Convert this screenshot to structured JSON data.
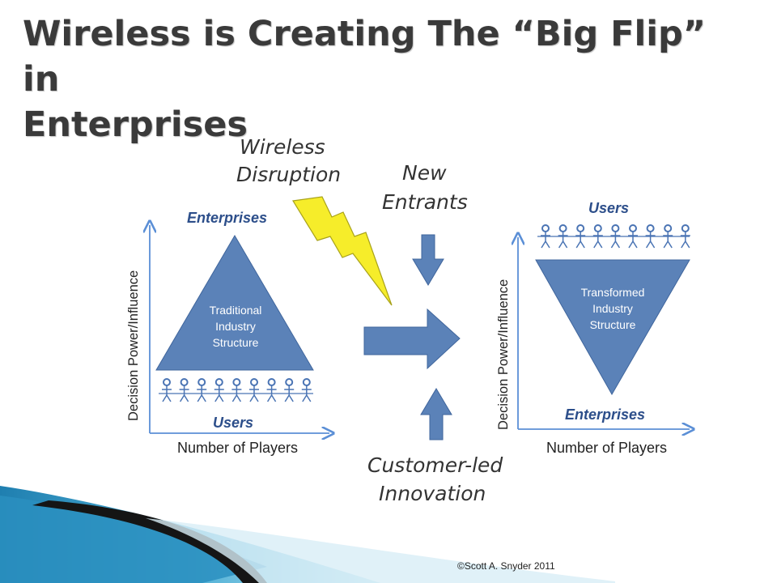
{
  "title": {
    "line1": "Wireless is Creating The “Big Flip” in",
    "line2": "Enterprises"
  },
  "labels": {
    "wireless_line1": "Wireless",
    "wireless_line2": "Disruption",
    "new_line1": "New",
    "new_line2": "Entrants",
    "customer_line1": "Customer-led",
    "customer_line2": "Innovation"
  },
  "left_panel": {
    "top_label": "Enterprises",
    "center_line1": "Traditional",
    "center_line2": "Industry",
    "center_line3": "Structure",
    "bottom_label": "Users",
    "y_axis": "Decision Power/Influence",
    "x_axis": "Number of Players",
    "people_count": 9
  },
  "right_panel": {
    "top_label": "Users",
    "center_line1": "Transformed",
    "center_line2": "Industry",
    "center_line3": "Structure",
    "bottom_label": "Enterprises",
    "y_axis": "Decision Power/Influence",
    "x_axis": "Number of Players",
    "people_count": 9
  },
  "footer": {
    "copyright": "©Scott A. Snyder 2011"
  },
  "colors": {
    "shape_fill": "#5b82b8",
    "shape_stroke": "#3f659c",
    "axis": "#5b8fd6",
    "people": "#4a74b4",
    "lightning": "#f6ed2a",
    "wave_dark": "#1a1a1a",
    "wave_blue": "#3e9ac0",
    "wave_light": "#9fd5e6"
  }
}
